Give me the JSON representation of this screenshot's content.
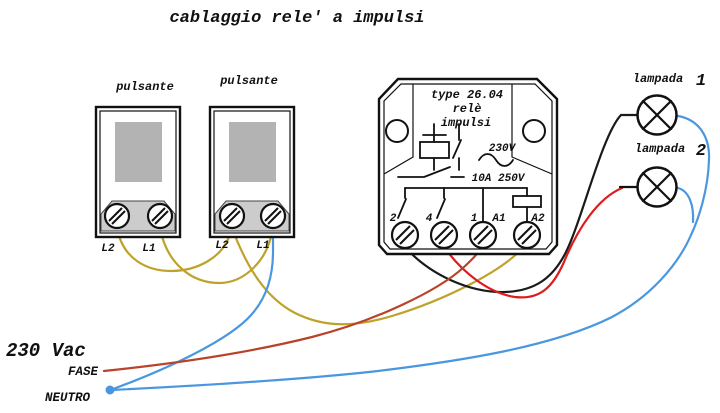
{
  "title": "cablaggio rele' a impulsi",
  "buttons": {
    "button1": {
      "label": "pulsante",
      "terminal_left": "L2",
      "terminal_right": "L1"
    },
    "button2": {
      "label": "pulsante",
      "terminal_left": "L2",
      "terminal_right": "L1"
    }
  },
  "relay": {
    "type_label": "type 26.04",
    "name_line1": "relè",
    "name_line2": "impulsi",
    "coil_voltage": "230V",
    "contact_rating": "10A 250V",
    "terminals": [
      "2",
      "4",
      "1",
      "A1",
      "A2"
    ]
  },
  "lamps": [
    {
      "label": "lampada",
      "number": "1"
    },
    {
      "label": "lampada",
      "number": "2"
    }
  ],
  "supply": {
    "voltage": "230 Vac",
    "phase_label": "FASE",
    "neutral_label": "NEUTRO"
  },
  "colors": {
    "wire_phase": "#b9432a",
    "wire_switched_red": "#dd1d1d",
    "wire_neutral": "#4a97e0",
    "wire_button_link": "#bfa22a",
    "wire_black": "#1a1a1a",
    "label_phase": "#c0452b",
    "label_neutral": "#4a90d9",
    "button_fill": "#b3b3b3",
    "pocket_fill": "#cccccc"
  }
}
